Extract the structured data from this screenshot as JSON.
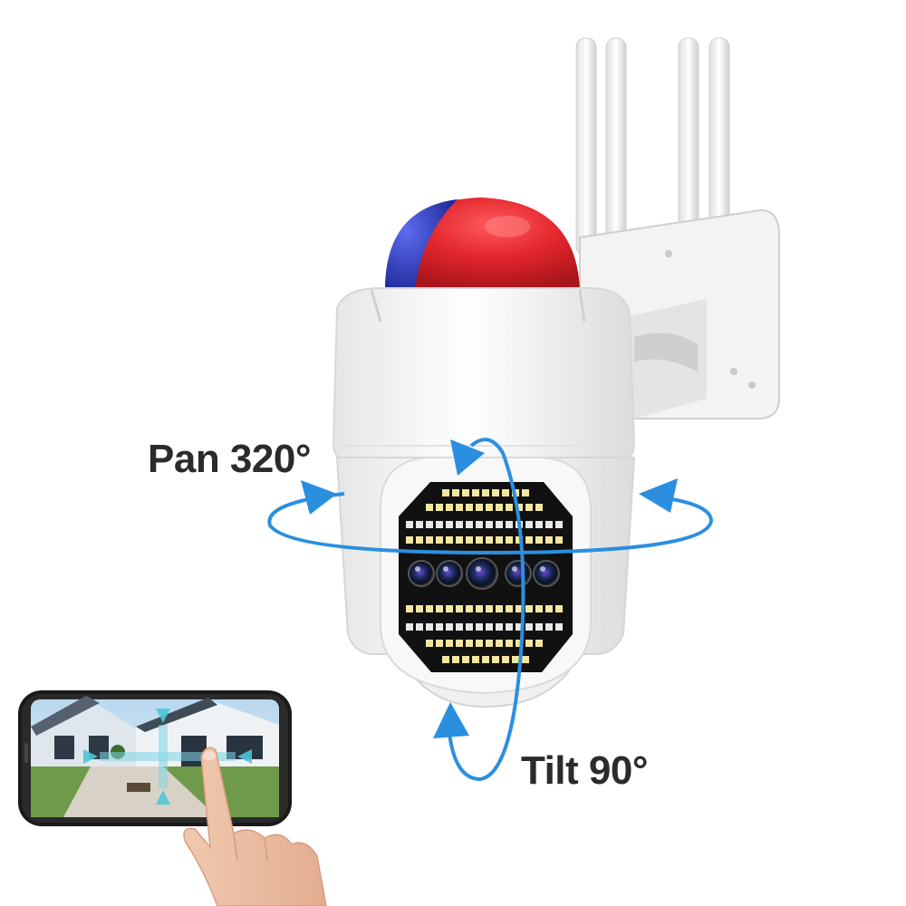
{
  "labels": {
    "pan": "Pan 320°",
    "tilt": "Tilt 90°"
  },
  "colors": {
    "arrow": "#2b8fe0",
    "dome_red": "#e3262d",
    "dome_blue": "#2d3fc4",
    "body": "#f4f4f4",
    "led_yellow": "#f3e6a0",
    "led_white": "#e8e8e8",
    "led_panel": "#111111",
    "text": "#2b2b2b"
  },
  "icons": {
    "pan_arrows": "rotation-arrow-icon",
    "tilt_arrows": "rotation-arrow-icon",
    "alarm_light": "siren-dome-icon",
    "hand": "pointing-hand-icon"
  },
  "counts": {
    "lenses": 5,
    "antennas": 4
  }
}
